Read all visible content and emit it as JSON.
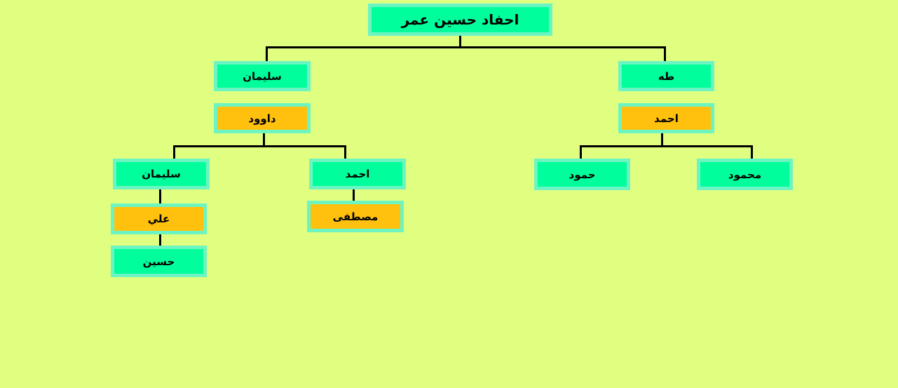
{
  "tree": {
    "root": "احفاد حسين عمر",
    "left_branch": {
      "son": "سليمان",
      "grandson": "داوود",
      "children": {
        "left": {
          "name": "سليمان",
          "child": "علي",
          "grandchild": "حسين"
        },
        "right": {
          "name": "احمد",
          "child": "مصطفى"
        }
      }
    },
    "right_branch": {
      "son": "طه",
      "grandson": "احمد",
      "children": {
        "left": {
          "name": "حمود"
        },
        "right": {
          "name": "محمود"
        }
      }
    }
  },
  "colors": {
    "background": "#e0ff80",
    "node_green": "#00ff9c",
    "node_orange": "#ffc10d",
    "node_border": "#6cf5c2"
  }
}
